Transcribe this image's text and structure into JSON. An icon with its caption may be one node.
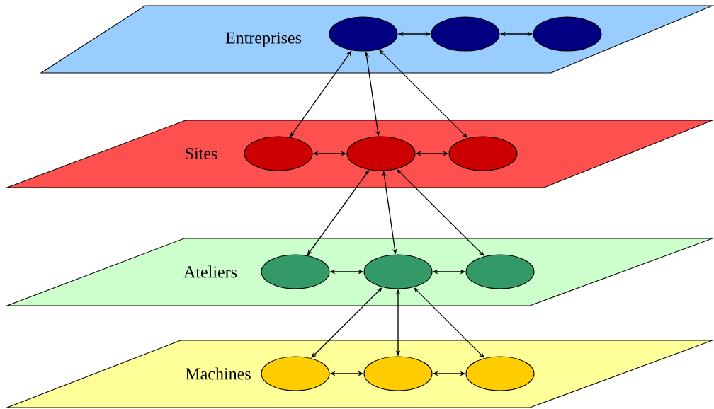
{
  "diagram": {
    "nodes": [
      {
        "text": [
          "Entreprises"
        ]
      },
      {
        "text": [],
        "shape": "ellipse",
        "in": 0
      },
      {
        "text": [],
        "shape": "ellipse",
        "in": 0
      },
      {
        "text": [],
        "shape": "ellipse",
        "in": 0
      },
      {
        "text": [
          "Sites"
        ]
      },
      {
        "text": [],
        "shape": "ellipse",
        "in": 4
      },
      {
        "text": [],
        "shape": "ellipse",
        "in": 4
      },
      {
        "text": [],
        "shape": "ellipse",
        "in": 4
      },
      {
        "text": [
          "Ateliers"
        ]
      },
      {
        "text": [],
        "shape": "ellipse",
        "in": 8
      },
      {
        "text": [],
        "shape": "ellipse",
        "in": 8
      },
      {
        "text": [],
        "shape": "ellipse",
        "in": 8
      },
      {
        "text": [
          "Machines"
        ]
      },
      {
        "text": [],
        "shape": "ellipse",
        "in": 12
      },
      {
        "text": [],
        "shape": "ellipse",
        "in": 12
      },
      {
        "text": [],
        "shape": "ellipse",
        "in": 12
      }
    ],
    "edges": [
      {
        "from": 1,
        "to": 2,
        "arrow": "both"
      },
      {
        "from": 2,
        "to": 3,
        "arrow": "both"
      },
      {
        "from": 1,
        "to": 5,
        "arrow": "both"
      },
      {
        "from": 1,
        "to": 6,
        "arrow": "both"
      },
      {
        "from": 1,
        "to": 7,
        "arrow": "both"
      },
      {
        "from": 5,
        "to": 6,
        "arrow": "both"
      },
      {
        "from": 6,
        "to": 7,
        "arrow": "both"
      },
      {
        "from": 6,
        "to": 9,
        "arrow": "both"
      },
      {
        "from": 6,
        "to": 10,
        "arrow": "both"
      },
      {
        "from": 6,
        "to": 11,
        "arrow": "both"
      },
      {
        "from": 9,
        "to": 10,
        "arrow": "both"
      },
      {
        "from": 10,
        "to": 11,
        "arrow": "both"
      },
      {
        "from": 10,
        "to": 13,
        "arrow": "both"
      },
      {
        "from": 10,
        "to": 14,
        "arrow": "both"
      },
      {
        "from": 10,
        "to": 15,
        "arrow": "both"
      },
      {
        "from": 13,
        "to": 14,
        "arrow": "both"
      },
      {
        "from": 14,
        "to": 15,
        "arrow": "both"
      }
    ]
  }
}
